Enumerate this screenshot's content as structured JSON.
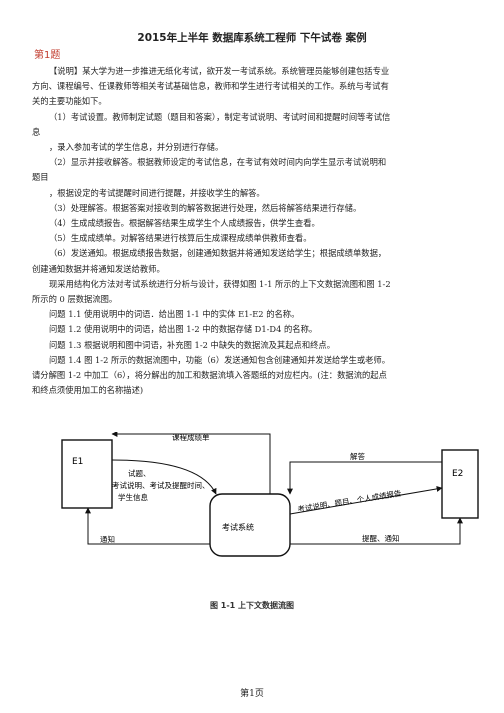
{
  "header": {
    "title": "2015年上半年 数据库系统工程师 下午试卷 案例"
  },
  "question_label": "第1题",
  "paragraphs": [
    "【说明】某大学为进一步推进无纸化考试，欲开发一考试系统。系统管理员能够创建包括专业",
    "方向、课程编号、任课教师等相关考试基础信息，教师和学生进行考试相关的工作。系统与考试有",
    "关的主要功能如下。",
    "（1）考试设置。教师制定试题（题目和答案），制定考试说明、考试时间和提醒时间等考试信",
    "息",
    "，录入参加考试的学生信息，并分别进行存储。",
    "（2）显示并接收解答。根据教师设定的考试信息，在考试有效时间内向学生显示考试说明和",
    "题目",
    "，根据设定的考试提醒时间进行提醒，并接收学生的解答。",
    "（3）处理解答。根据答案对接收到的解答数据进行处理，然后将解答结果进行存储。",
    "（4）生成成绩报告。根据解答结果生成学生个人成绩报告，供学生查看。",
    "（5）生成成绩单。对解答结果进行核算后生成课程成绩单供教师查看。",
    "（6）发送通知。根据成绩报告数据，创建通知数据并将通知发送给学生；根据成绩单数据，",
    "创建通知数据并将通知发送给教师。",
    "现采用结构化方法对考试系统进行分析与设计，获得如图 1-1 所示的上下文数据流图和图 1-2",
    "所示的 0 层数据流图。",
    "问题 1.1 使用说明中的词语．给出图 1-1 中的实体 E1-E2 的名称。",
    "问题 1.2 使用说明中的词语，给出图 1-2 中的数据存储 D1-D4 的名称。",
    "问题 1.3 根据说明和图中词语，补充图 1-2 中缺失的数据流及其起点和终点。",
    "问题 1.4 图 1-2 所示的数据流图中，功能（6）发送通知包含创建通知并发送给学生或老师。",
    "请分解图 1-2 中加工（6），将分解出的加工和数据流填入答题纸的对应栏内。(注：数据流的起点",
    "和终点须使用加工的名称描述)"
  ],
  "diagram": {
    "entity_left": "E1",
    "entity_right": "E2",
    "process": "考试系统",
    "flow_grades": "课程成绩单",
    "flow_setup_1": "试题、",
    "flow_setup_2": "考试说明、考试及提醒时间、",
    "flow_setup_3": "学生信息",
    "flow_notice_left": "通知",
    "flow_answers": "解答",
    "flow_to_student_1": "考试说明、题目、个人成绩报告",
    "flow_to_student_2": "考试说明、题目、个人成绩报告",
    "flow_right_bottom": "提醒、通知",
    "caption": "图 1-1  上下文数据流图"
  },
  "footer": {
    "page": "第1页"
  }
}
